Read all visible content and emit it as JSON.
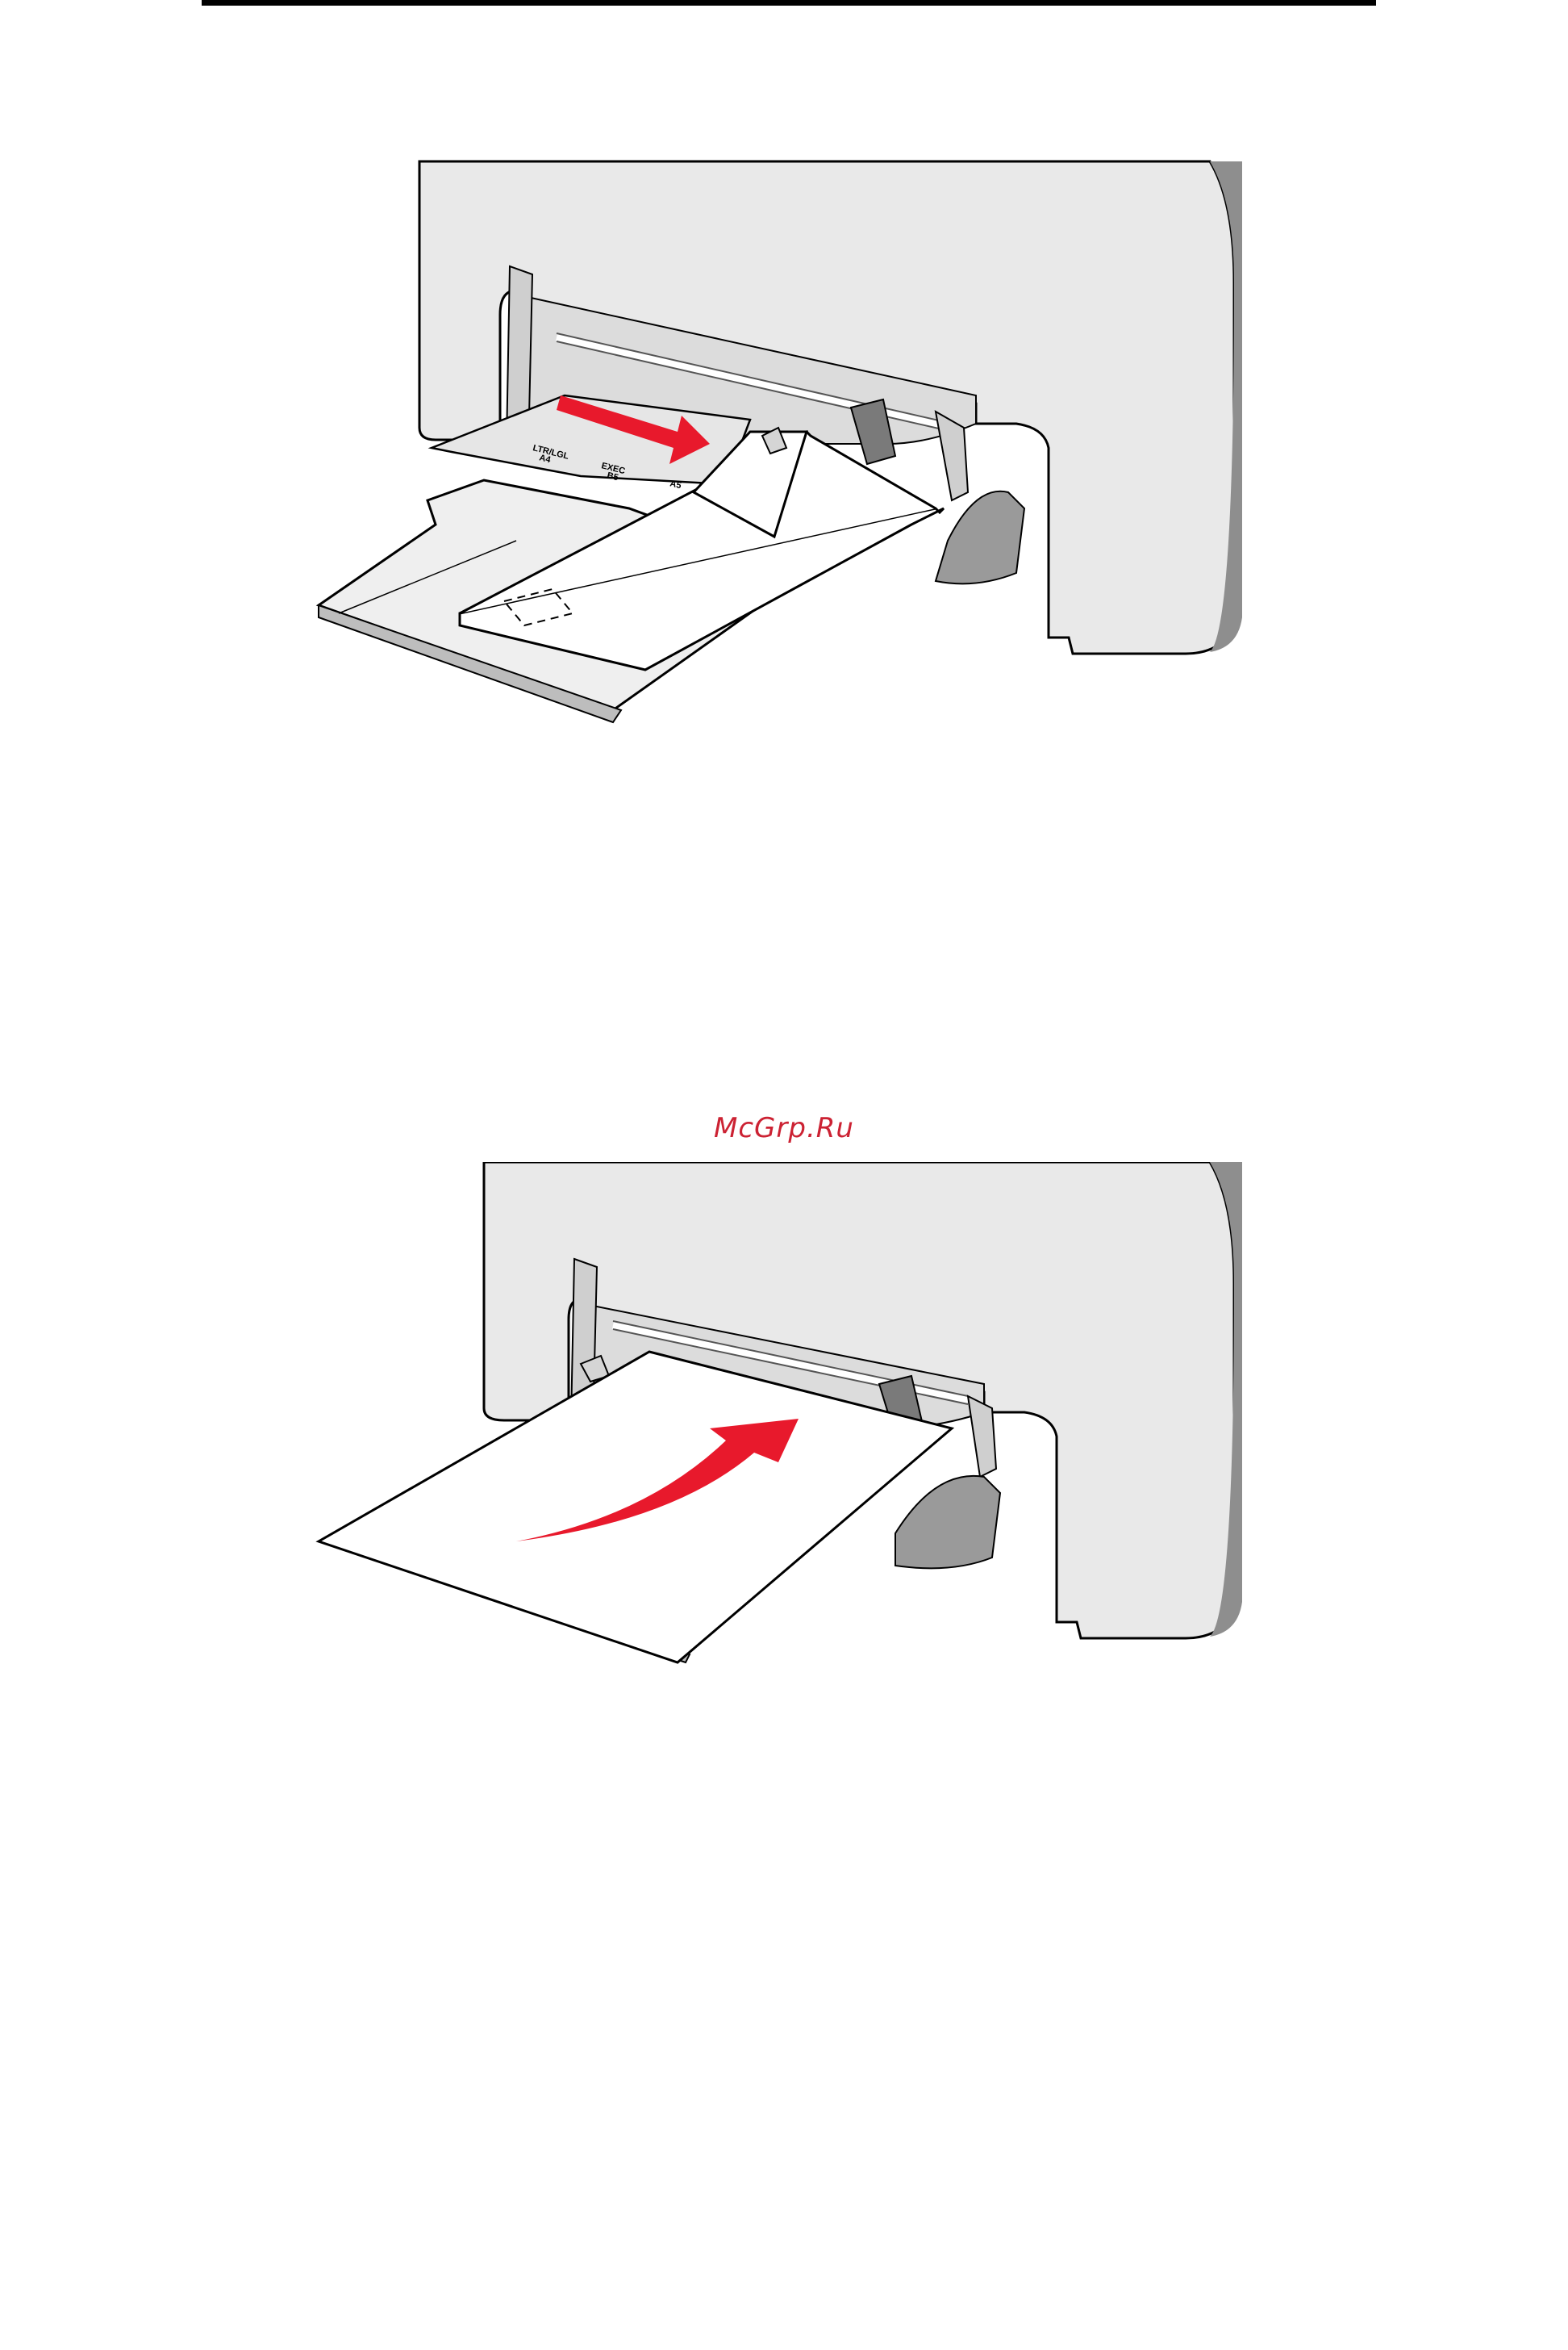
{
  "page": {
    "watermark_text": "McGrp.Ru",
    "watermark_color": "#cc2233",
    "accent_color": "#e8192c"
  },
  "figure_top": {
    "guide_labels": [
      "LTR/LGL",
      "A4",
      "EXEC",
      "B5",
      "A5"
    ],
    "icon": "arrow-push-icon"
  },
  "figure_bottom": {
    "icon": "arrow-curved-icon"
  }
}
